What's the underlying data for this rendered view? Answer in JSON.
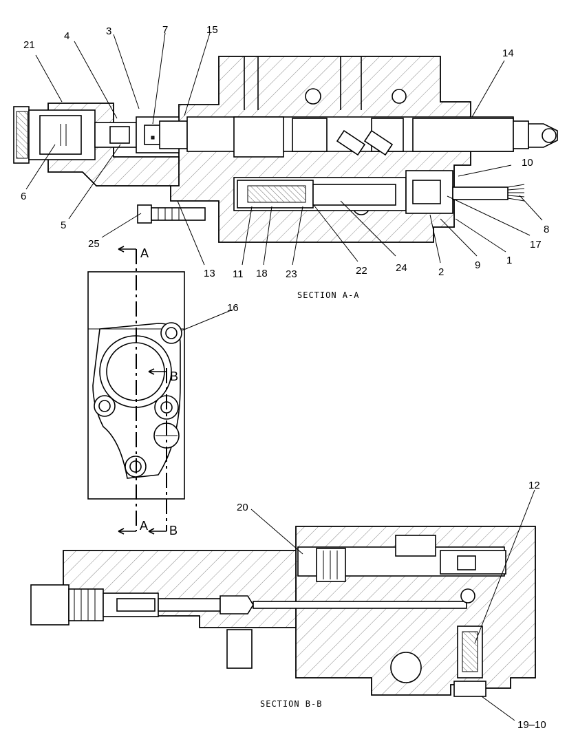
{
  "sections": {
    "a": {
      "caption": "SECTION A-A",
      "labels": [
        "21",
        "4",
        "3",
        "7",
        "15",
        "14",
        "10",
        "6",
        "5",
        "25",
        "13",
        "11",
        "18",
        "23",
        "22",
        "24",
        "2",
        "9",
        "1",
        "17",
        "8"
      ]
    },
    "view": {
      "labels": [
        "16"
      ],
      "markers": [
        "A",
        "B",
        "A",
        "B"
      ]
    },
    "b": {
      "caption": "SECTION B-B",
      "labels": [
        "20",
        "12",
        "19–10"
      ]
    }
  }
}
